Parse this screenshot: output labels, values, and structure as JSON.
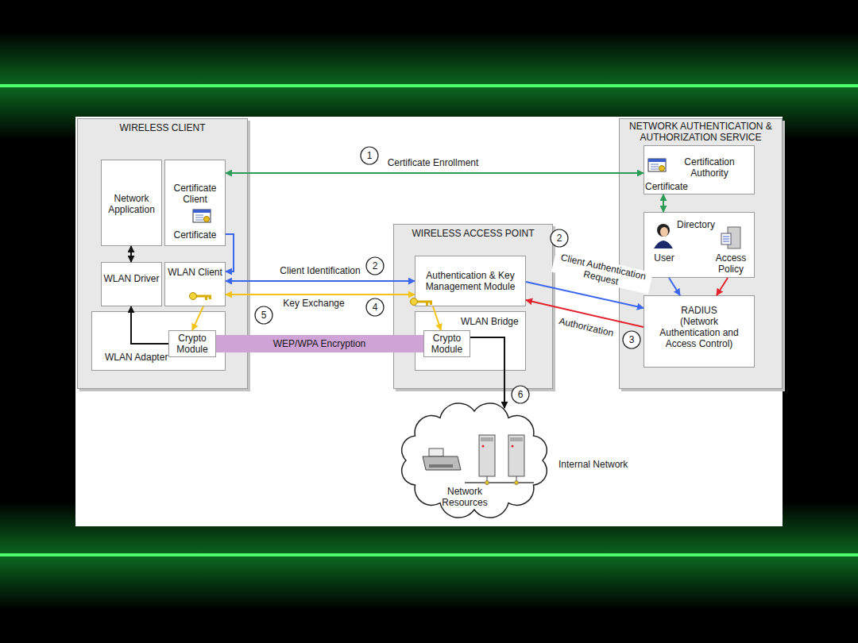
{
  "diagram": {
    "nodes": [
      {
        "text": [
          "WIRELESS CLIENT"
        ]
      },
      {
        "text": [
          "Network Application"
        ],
        "in": 0
      },
      {
        "text": [
          "Certificate Client",
          "Certificate"
        ],
        "in": 0
      },
      {
        "text": [
          "WLAN Driver"
        ],
        "in": 0
      },
      {
        "text": [
          "WLAN Client"
        ],
        "in": 0
      },
      {
        "text": [
          "WLAN Adapter"
        ],
        "in": 0
      },
      {
        "text": [
          "Crypto Module"
        ],
        "in": 5
      },
      {
        "text": [
          "WIRELESS ACCESS POINT"
        ]
      },
      {
        "text": [
          "Authentication & Key Management Module"
        ],
        "in": 7
      },
      {
        "text": [
          "WLAN Bridge"
        ],
        "in": 7
      },
      {
        "text": [
          "Crypto Module"
        ],
        "in": 9
      },
      {
        "text": [
          "NETWORK AUTHENTICATION & AUTHORIZATION SERVICE"
        ]
      },
      {
        "text": [
          "Certification Authority",
          "Certificate"
        ],
        "in": 11
      },
      {
        "text": [
          "Directory",
          "User",
          "Access Policy"
        ],
        "in": 11
      },
      {
        "text": [
          "RADIUS",
          "(Network Authentication and Access Control)"
        ],
        "in": 11
      },
      {
        "text": [
          "Network Resources",
          "Internal Network"
        ]
      }
    ],
    "edges": [
      {
        "from": 2,
        "to": 12,
        "arrow": "both",
        "label": "Certificate Enrollment"
      },
      {
        "from": 2,
        "to": 4,
        "arrow": "to"
      },
      {
        "from": 4,
        "to": 8,
        "arrow": "both",
        "label": "Client Identification"
      },
      {
        "from": 4,
        "to": 8,
        "arrow": "both",
        "label": "Key Exchange"
      },
      {
        "from": 4,
        "to": 6,
        "arrow": "to"
      },
      {
        "from": 8,
        "to": 10,
        "arrow": "to"
      },
      {
        "from": 8,
        "to": 14,
        "arrow": "to",
        "label": "Client Authentication Request"
      },
      {
        "from": 14,
        "to": 8,
        "arrow": "to",
        "label": "Authorization"
      },
      {
        "from": 12,
        "to": 13,
        "arrow": "both"
      },
      {
        "from": 13,
        "to": 14,
        "arrow": "to"
      },
      {
        "from": 13,
        "to": 14,
        "arrow": "to"
      },
      {
        "from": 6,
        "to": 10,
        "arrow": "none",
        "label": "WEP/WPA Encryption"
      },
      {
        "from": 10,
        "to": 15,
        "arrow": "to"
      },
      {
        "from": 6,
        "to": 3,
        "arrow": "to"
      },
      {
        "from": 3,
        "to": 1,
        "arrow": "both"
      }
    ],
    "labels": [
      "1",
      "2",
      "2",
      "3",
      "4",
      "5",
      "6"
    ]
  }
}
